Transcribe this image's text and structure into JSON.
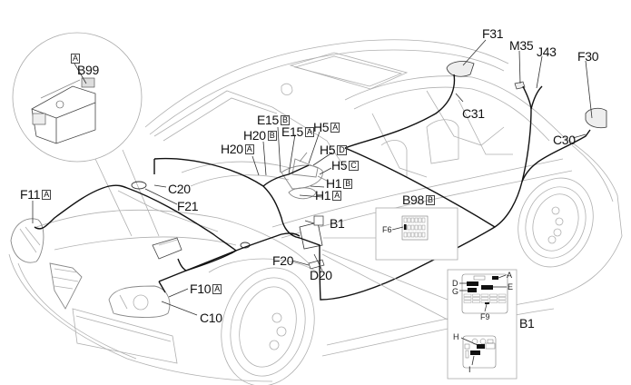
{
  "diagram": {
    "subject": "Vehicle wiring harness location diagram",
    "component_labels": [
      {
        "id": "B99",
        "code": "B99",
        "suffix": ""
      },
      {
        "id": "F31",
        "code": "F31",
        "suffix": ""
      },
      {
        "id": "M35",
        "code": "M35",
        "suffix": ""
      },
      {
        "id": "J43",
        "code": "J43",
        "suffix": ""
      },
      {
        "id": "F30",
        "code": "F30",
        "suffix": ""
      },
      {
        "id": "C31",
        "code": "C31",
        "suffix": ""
      },
      {
        "id": "C30",
        "code": "C30",
        "suffix": ""
      },
      {
        "id": "E15B",
        "code": "E15",
        "suffix": "B"
      },
      {
        "id": "E15A",
        "code": "E15",
        "suffix": "A"
      },
      {
        "id": "H20B",
        "code": "H20",
        "suffix": "B"
      },
      {
        "id": "H20A",
        "code": "H20",
        "suffix": "A"
      },
      {
        "id": "H5A",
        "code": "H5",
        "suffix": "A"
      },
      {
        "id": "H5D",
        "code": "H5",
        "suffix": "D"
      },
      {
        "id": "H5C",
        "code": "H5",
        "suffix": "C"
      },
      {
        "id": "H1B",
        "code": "H1",
        "suffix": "B"
      },
      {
        "id": "H1A",
        "code": "H1",
        "suffix": "A"
      },
      {
        "id": "C20",
        "code": "C20",
        "suffix": ""
      },
      {
        "id": "F21",
        "code": "F21",
        "suffix": ""
      },
      {
        "id": "F11A",
        "code": "F11",
        "suffix": "A"
      },
      {
        "id": "B1",
        "code": "B1",
        "suffix": ""
      },
      {
        "id": "B98B",
        "code": "B98",
        "suffix": "B"
      },
      {
        "id": "F20",
        "code": "F20",
        "suffix": ""
      },
      {
        "id": "D20",
        "code": "D20",
        "suffix": ""
      },
      {
        "id": "F10A",
        "code": "F10",
        "suffix": "A"
      },
      {
        "id": "C10",
        "code": "C10",
        "suffix": ""
      },
      {
        "id": "B1_inset",
        "code": "B1",
        "suffix": ""
      }
    ],
    "battery_inset": {
      "terminal_label": "A"
    },
    "b98_inset": {
      "fuse_label": "F6"
    },
    "b1_inset": {
      "top_labels": [
        "A",
        "D",
        "E",
        "G",
        "F9"
      ],
      "bottom_labels": [
        "H",
        "I"
      ]
    }
  }
}
